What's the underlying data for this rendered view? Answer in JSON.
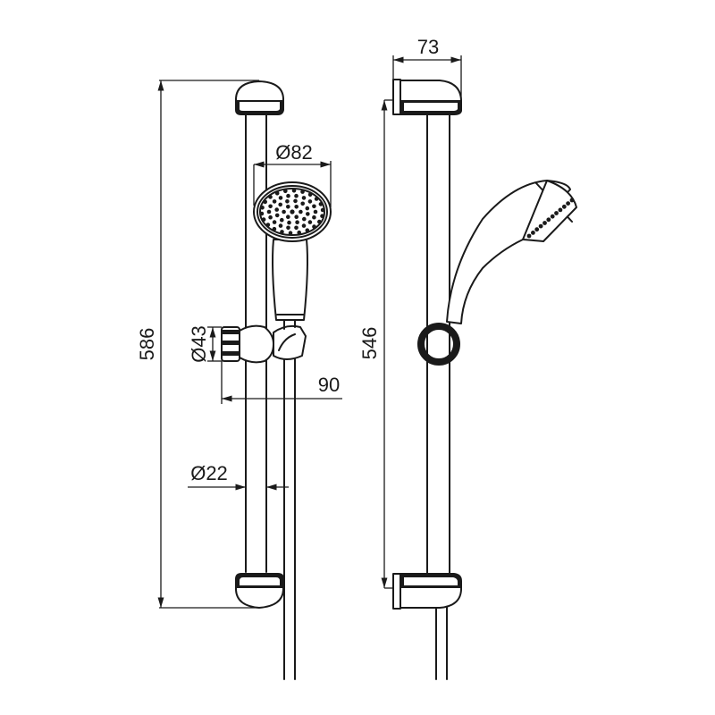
{
  "dimensions": {
    "overall_height": "586",
    "rail_length": "546",
    "bracket_depth": "73",
    "head_diameter": "Ø82",
    "holder_diameter": "Ø43",
    "holder_offset": "90",
    "rail_diameter": "Ø22"
  },
  "colors": {
    "line": "#1a1a1a",
    "background": "#ffffff"
  }
}
